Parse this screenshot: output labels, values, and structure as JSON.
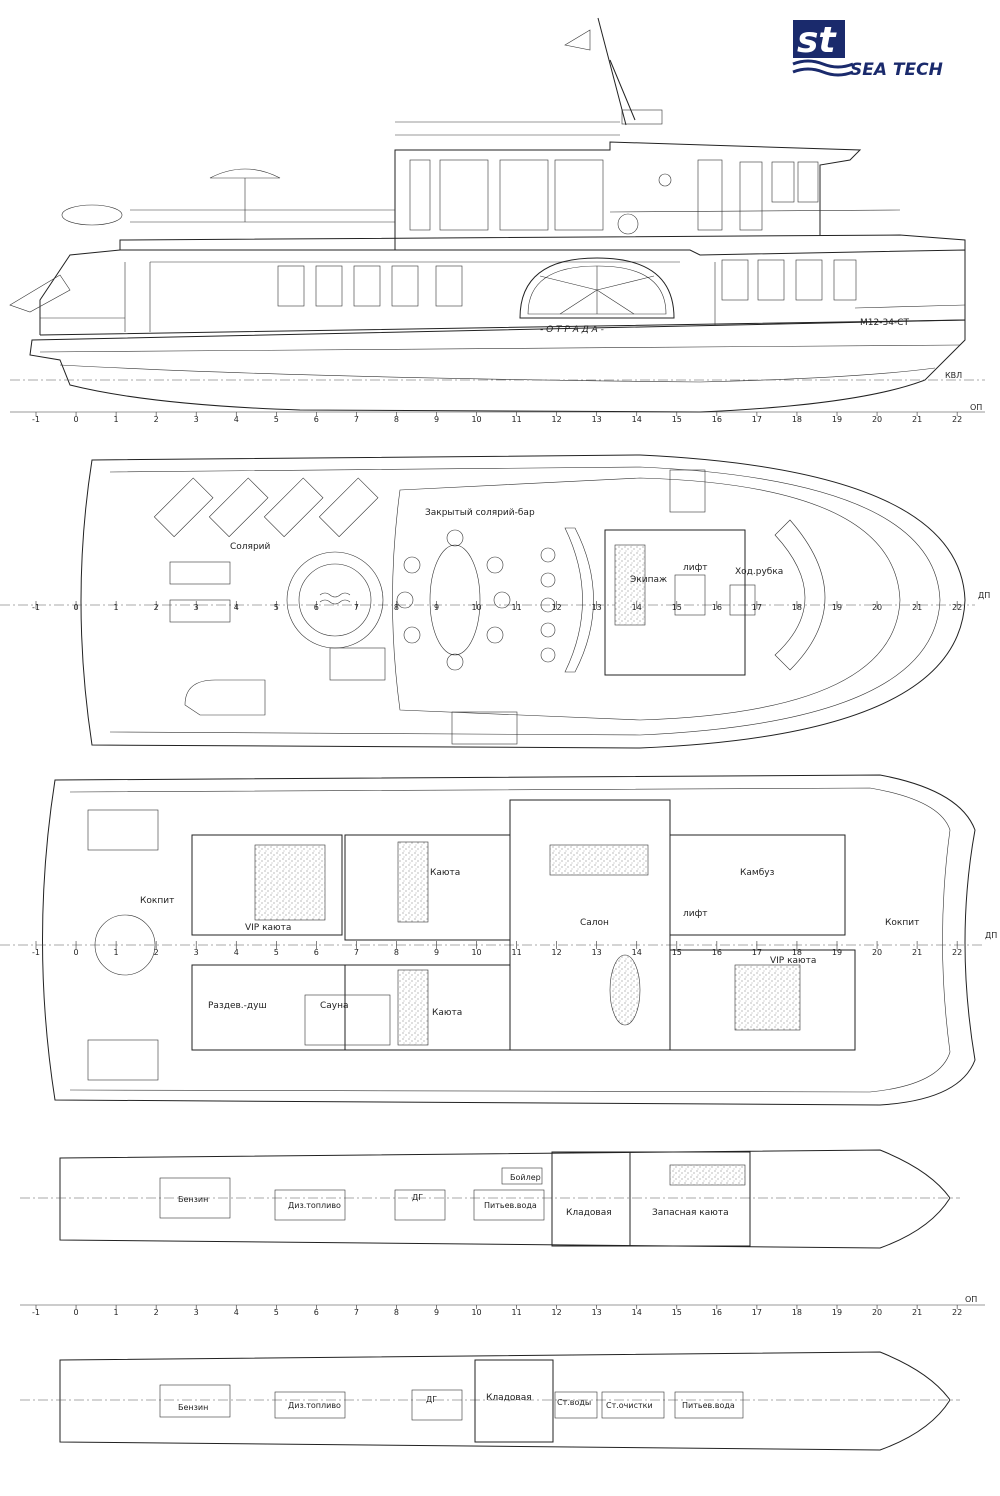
{
  "logo": {
    "mark": "st",
    "brand": "SEA TECH",
    "color": "#1a2a6c"
  },
  "profile": {
    "vessel_name": "- О Т Р А Д А -",
    "registration": "М12-34-СТ",
    "waterline_label": "КВЛ",
    "baseline_label": "ОП"
  },
  "frame_numbers": [
    "-1",
    "0",
    "1",
    "2",
    "3",
    "4",
    "5",
    "6",
    "7",
    "8",
    "9",
    "10",
    "11",
    "12",
    "13",
    "14",
    "15",
    "16",
    "17",
    "18",
    "19",
    "20",
    "21",
    "22"
  ],
  "centerline_label": "ДП",
  "upper_deck": {
    "rooms": {
      "solarium": "Солярий",
      "closed_solarium_bar": "Закрытый солярий-бар",
      "crew": "Экипаж",
      "lift": "лифт",
      "wheelhouse": "Ход.рубка"
    }
  },
  "main_deck": {
    "rooms": {
      "cockpit_aft": "Кокпит",
      "vip_cabin_aft": "VIP каюта",
      "cabin_upper": "Каюта",
      "cabin_lower": "Каюта",
      "changing_shower": "Раздев.-душ",
      "sauna": "Сауна",
      "salon": "Салон",
      "galley": "Камбуз",
      "lift": "лифт",
      "vip_cabin_fwd": "VIP каюта",
      "cockpit_fwd": "Кокпит"
    }
  },
  "lower_deck_1": {
    "rooms": {
      "petrol": "Бензин",
      "diesel": "Диз.топливо",
      "dg": "ДГ",
      "boiler": "Бойлер",
      "drinking_water": "Питьев.вода",
      "storeroom": "Кладовая",
      "spare_cabin": "Запасная каюта"
    }
  },
  "lower_deck_2": {
    "rooms": {
      "petrol": "Бензин",
      "diesel": "Диз.топливо",
      "dg": "ДГ",
      "storeroom": "Кладовая",
      "sewage": "Ст.воды",
      "treatment": "Ст.очистки",
      "drinking_water": "Питьев.вода"
    }
  }
}
